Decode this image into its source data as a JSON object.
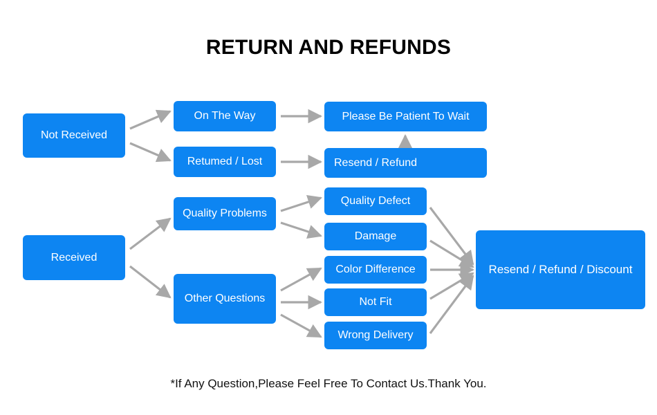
{
  "page": {
    "title": "RETURN AND REFUNDS",
    "footer_note": "*If Any Question,Please Feel Free To Contact Us.Thank You.",
    "background_color": "#ffffff",
    "node_color": "#0d85f2",
    "node_text_color": "#ffffff",
    "arrow_color": "#a8a8a8",
    "title_color": "#000000"
  },
  "nodes": {
    "not_received": "Not Received",
    "on_the_way": "On The Way",
    "returned_lost": "Retumed / Lost",
    "please_wait": "Please Be Patient To Wait",
    "resend_refund": "Resend / Refund",
    "received": "Received",
    "quality_problems": "Quality Problems",
    "other_questions": "Other Questions",
    "quality_defect": "Quality Defect",
    "damage": "Damage",
    "color_difference": "Color Difference",
    "not_fit": "Not Fit",
    "wrong_delivery": "Wrong Delivery",
    "resend_refund_discount": "Resend / Refund / Discount"
  },
  "flows": [
    {
      "from": "Not Received",
      "to": "On The Way"
    },
    {
      "from": "Not Received",
      "to": "Retumed / Lost"
    },
    {
      "from": "On The Way",
      "to": "Please Be Patient To Wait"
    },
    {
      "from": "Retumed / Lost",
      "to": "Resend / Refund"
    },
    {
      "from": "Resend / Refund",
      "to": "Please Be Patient To Wait"
    },
    {
      "from": "Received",
      "to": "Quality Problems"
    },
    {
      "from": "Received",
      "to": "Other Questions"
    },
    {
      "from": "Quality Problems",
      "to": "Quality Defect"
    },
    {
      "from": "Quality Problems",
      "to": "Damage"
    },
    {
      "from": "Other Questions",
      "to": "Color Difference"
    },
    {
      "from": "Other Questions",
      "to": "Not Fit"
    },
    {
      "from": "Other Questions",
      "to": "Wrong Delivery"
    },
    {
      "from": "Quality Defect",
      "to": "Resend / Refund / Discount"
    },
    {
      "from": "Damage",
      "to": "Resend / Refund / Discount"
    },
    {
      "from": "Color Difference",
      "to": "Resend / Refund / Discount"
    },
    {
      "from": "Not Fit",
      "to": "Resend / Refund / Discount"
    },
    {
      "from": "Wrong Delivery",
      "to": "Resend / Refund / Discount"
    }
  ]
}
